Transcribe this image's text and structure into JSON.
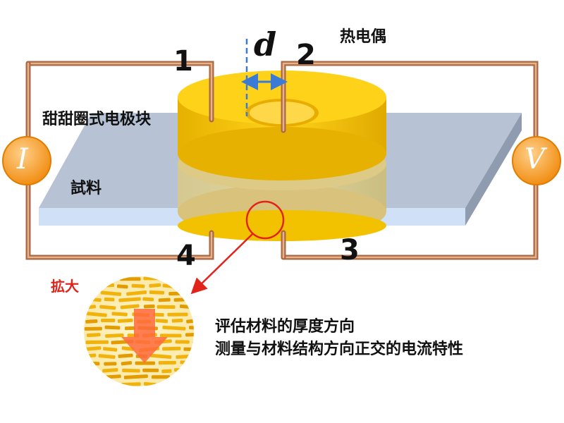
{
  "labels": {
    "electrode_1": "1",
    "electrode_2": "2",
    "electrode_3": "3",
    "electrode_4": "4",
    "distance_symbol": "d",
    "thermocouple": "热电偶",
    "donut_electrode": "甜甜圈式电极块",
    "sample": "試料",
    "magnify": "拡大",
    "current_symbol": "I",
    "voltage_symbol": "V",
    "description_line1": "评估材料的厚度方向",
    "description_line2": "测量与材料结构方向正交的电流特性"
  },
  "colors": {
    "wire": "#c9875f",
    "donut": "#f2c200",
    "sample_plate": "#b7c2d4",
    "meter": "#f39a1f",
    "callout": "#e2231a",
    "dimension_arrow": "#3a7bd5"
  },
  "icons": {
    "current_source": "ammeter-circle-icon",
    "voltmeter": "voltmeter-circle-icon",
    "magnifier": "magnified-fiber-structure-icon"
  }
}
